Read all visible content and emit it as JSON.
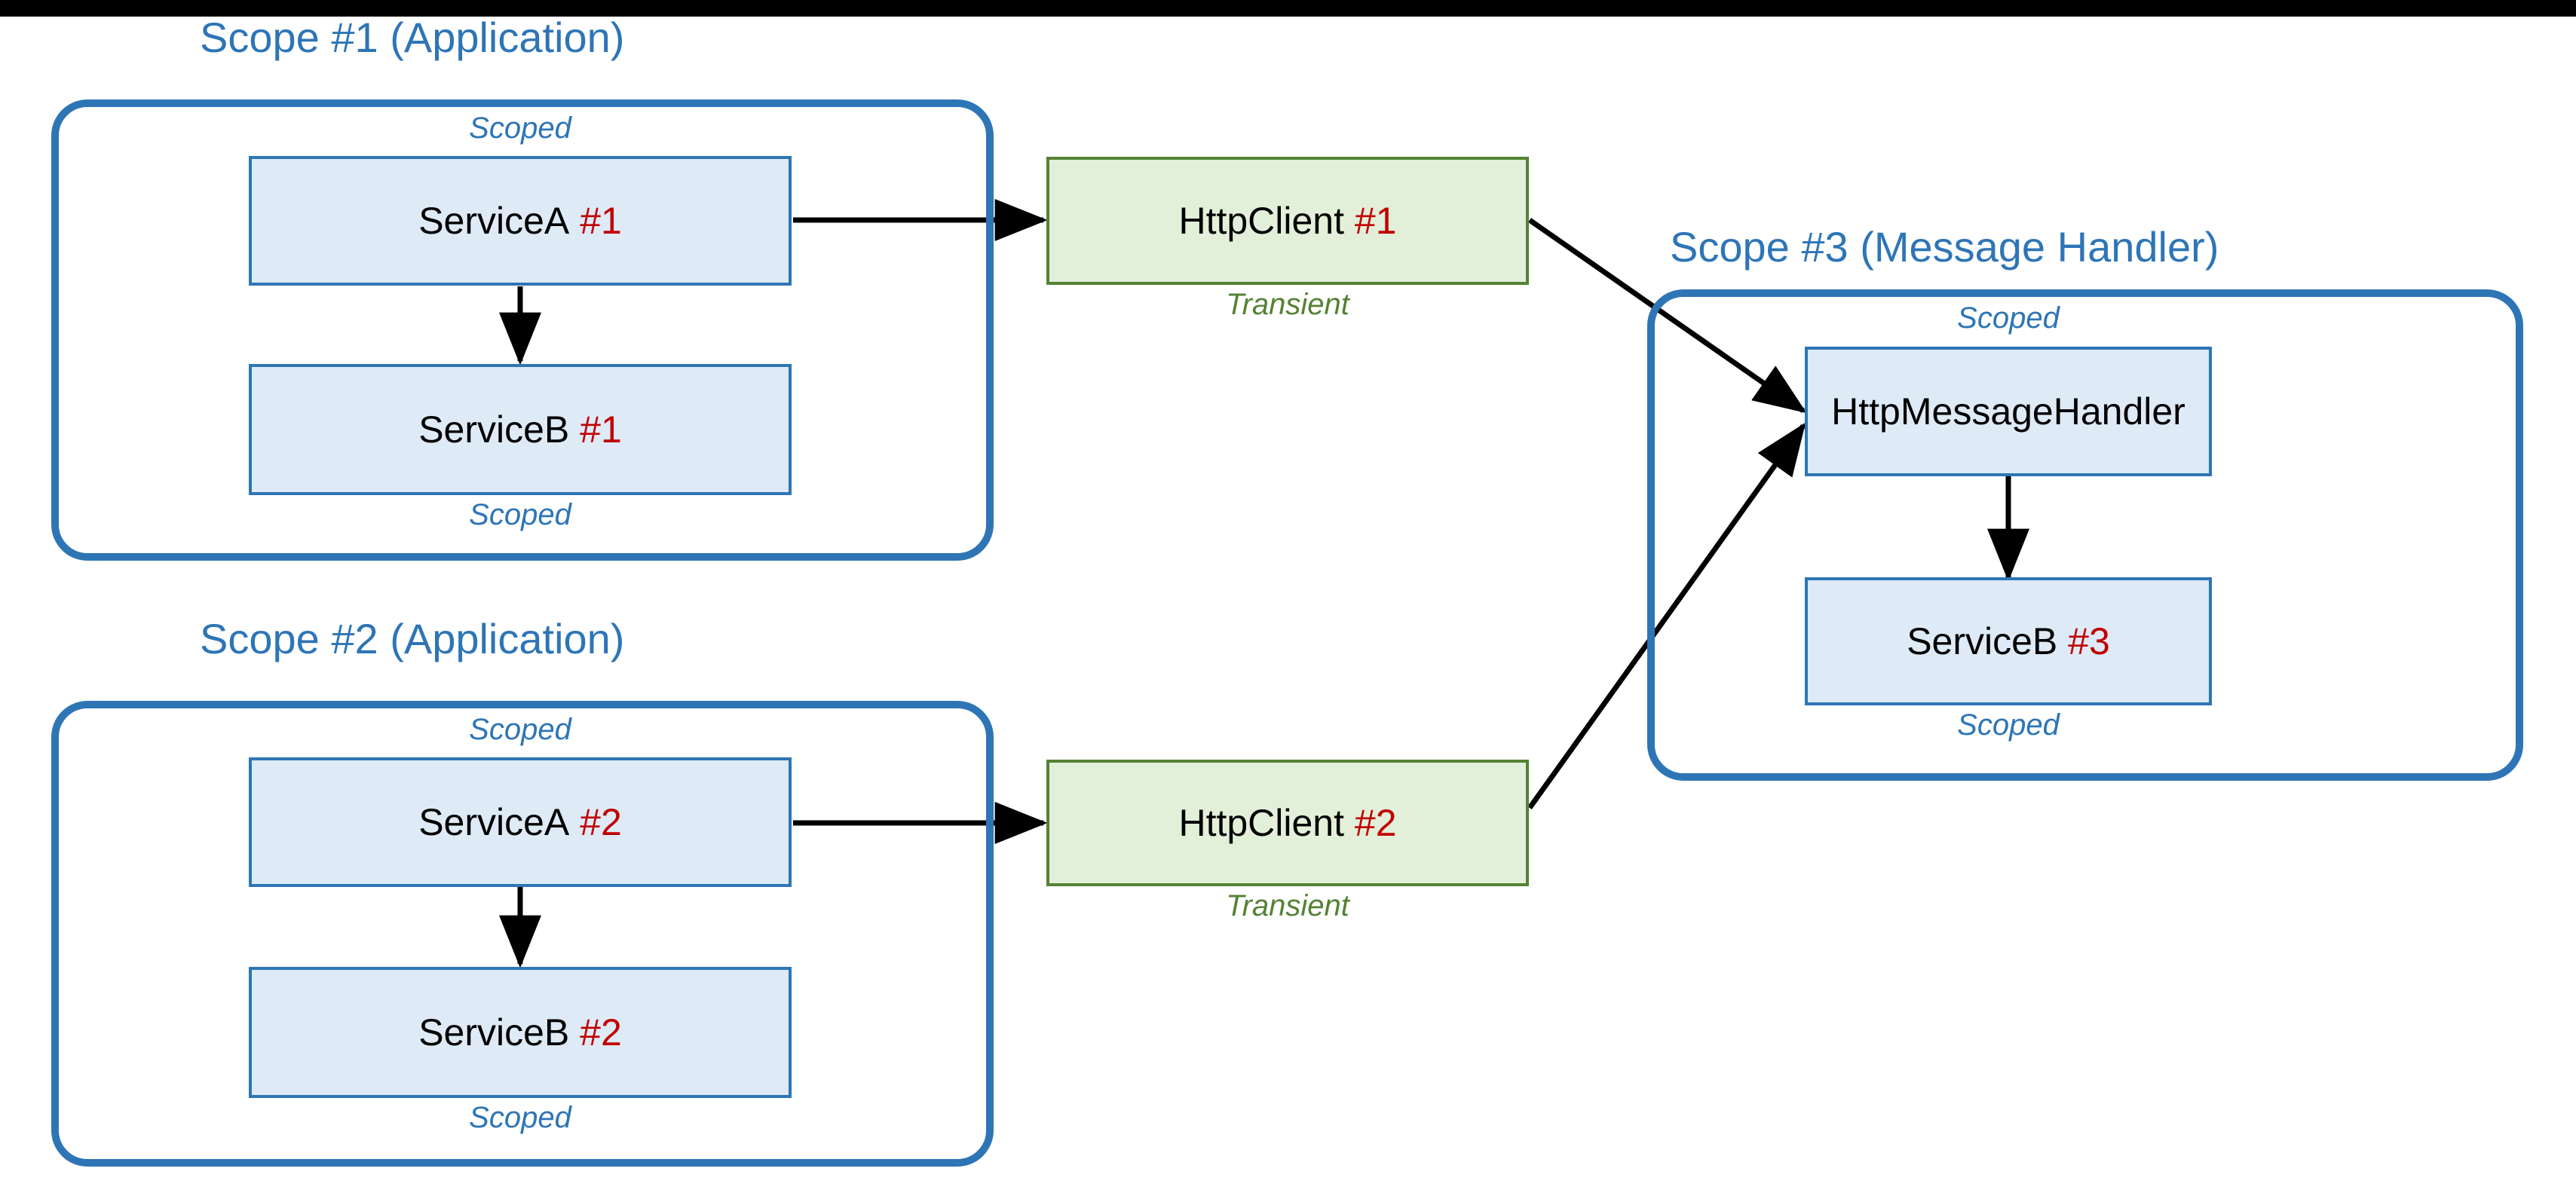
{
  "colors": {
    "scope_border": "#2E75B6",
    "scope_title": "#2E75B6",
    "node_blue_fill": "#DEEAF6",
    "node_blue_border": "#2E75B6",
    "node_green_fill": "#E2EFD9",
    "node_green_border": "#548235",
    "instance_number": "#C00000",
    "caption_scoped": "#2E75B6",
    "caption_transient": "#548235",
    "arrow": "#000000"
  },
  "scopes": [
    {
      "id": "scope1",
      "title": "Scope #1 (Application)"
    },
    {
      "id": "scope2",
      "title": "Scope #2 (Application)"
    },
    {
      "id": "scope3",
      "title": "Scope #3 (Message Handler)"
    }
  ],
  "nodes": {
    "service_a_1": {
      "name": "ServiceA",
      "instance": "#1",
      "lifetime": "Scoped"
    },
    "service_b_1": {
      "name": "ServiceB",
      "instance": "#1",
      "lifetime": "Scoped"
    },
    "service_a_2": {
      "name": "ServiceA",
      "instance": "#2",
      "lifetime": "Scoped"
    },
    "service_b_2": {
      "name": "ServiceB",
      "instance": "#2",
      "lifetime": "Scoped"
    },
    "http_client_1": {
      "name": "HttpClient",
      "instance": "#1",
      "lifetime": "Transient"
    },
    "http_client_2": {
      "name": "HttpClient",
      "instance": "#2",
      "lifetime": "Transient"
    },
    "http_handler": {
      "name": "HttpMessageHandler",
      "instance": "",
      "lifetime": "Scoped"
    },
    "service_b_3": {
      "name": "ServiceB",
      "instance": "#3",
      "lifetime": "Scoped"
    }
  },
  "edges": [
    {
      "from": "service_a_1",
      "to": "http_client_1"
    },
    {
      "from": "service_a_1",
      "to": "service_b_1"
    },
    {
      "from": "service_a_2",
      "to": "http_client_2"
    },
    {
      "from": "service_a_2",
      "to": "service_b_2"
    },
    {
      "from": "http_client_1",
      "to": "http_handler"
    },
    {
      "from": "http_client_2",
      "to": "http_handler"
    },
    {
      "from": "http_handler",
      "to": "service_b_3"
    }
  ]
}
